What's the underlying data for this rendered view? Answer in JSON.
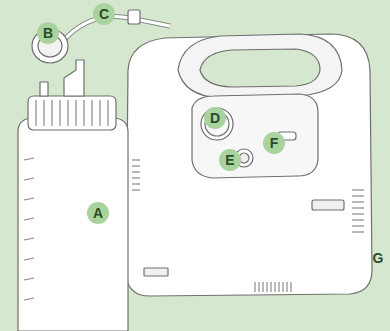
{
  "diagram": {
    "labels": [
      "A",
      "B",
      "C",
      "D",
      "E",
      "F",
      "G"
    ]
  }
}
